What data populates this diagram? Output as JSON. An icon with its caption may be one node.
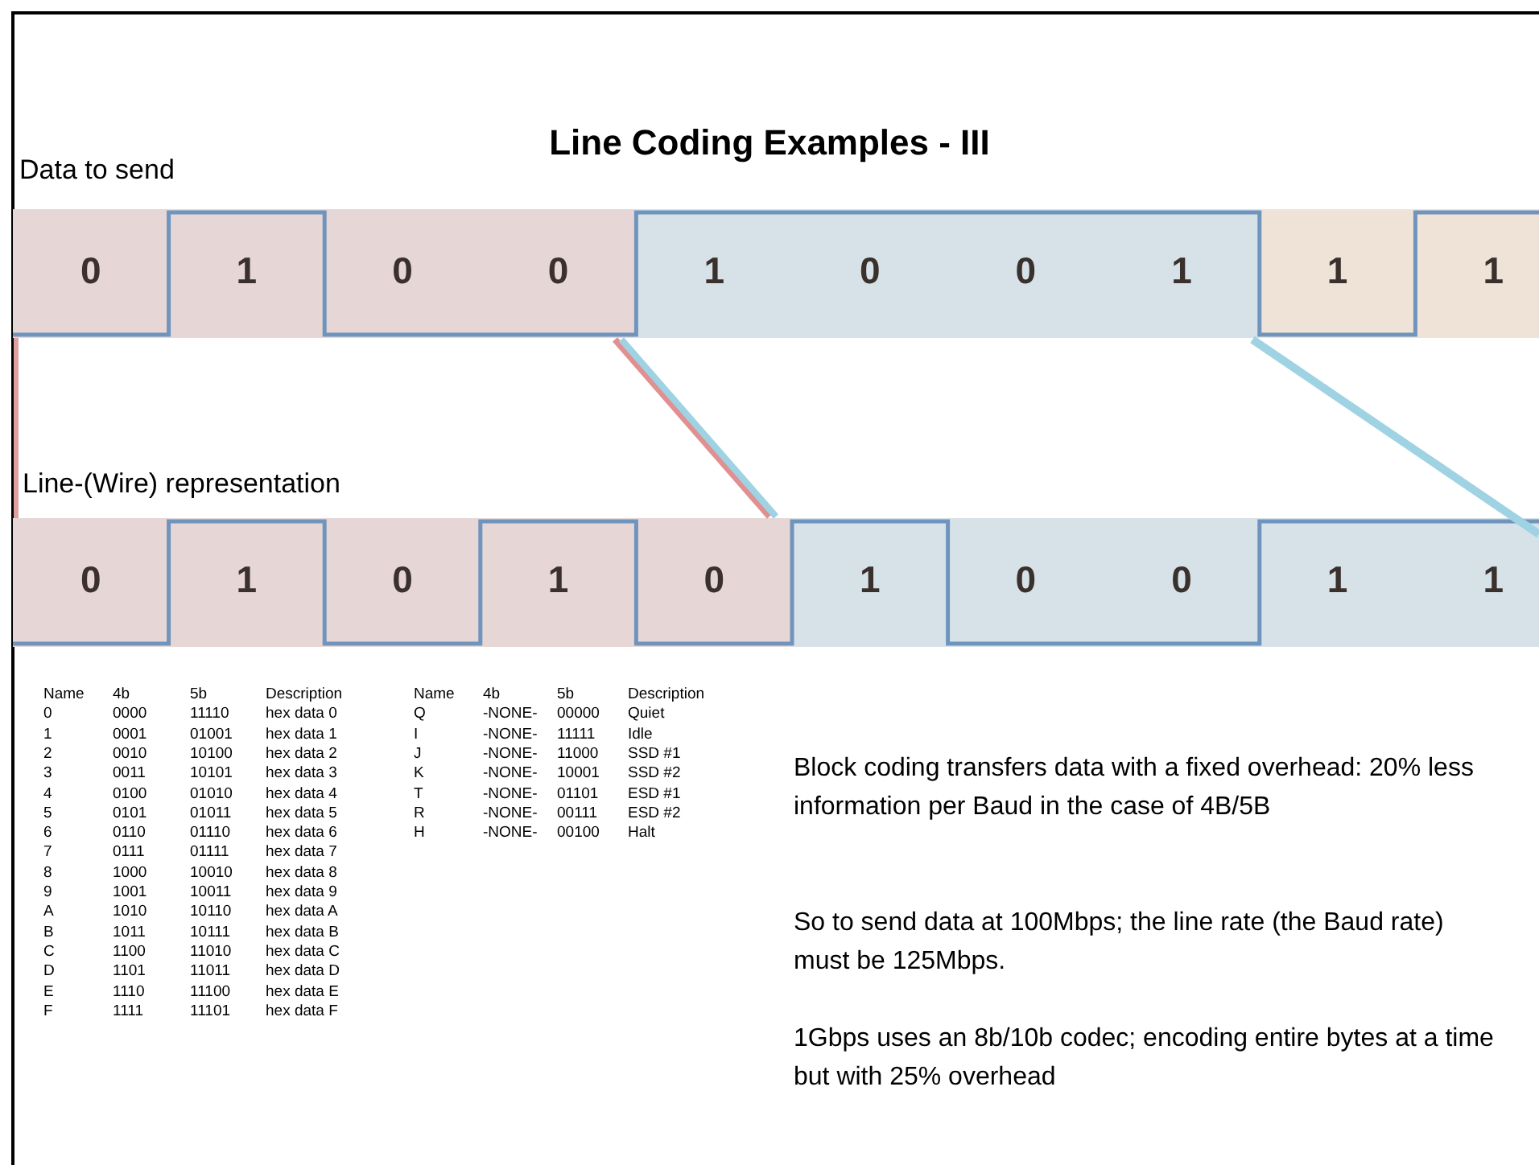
{
  "diagram": {
    "title": "Line Coding Examples - III",
    "labels": [
      "Data to send",
      "0",
      "1",
      "0",
      "0",
      "1",
      "0",
      "0",
      "1",
      "1",
      "1",
      "Line-(Wire) representation",
      "0",
      "1",
      "0",
      "1",
      "0",
      "1",
      "0",
      "0",
      "1",
      "1",
      "Name",
      "4b",
      "5b",
      "Description",
      "0",
      "0000",
      "11110",
      "hex data 0",
      "1",
      "0001",
      "01001",
      "hex data 1",
      "2",
      "0010",
      "10100",
      "hex data 2",
      "3",
      "0011",
      "10101",
      "hex data 3",
      "4",
      "0100",
      "01010",
      "hex data 4",
      "5",
      "0101",
      "01011",
      "hex data 5",
      "6",
      "0110",
      "01110",
      "hex data 6",
      "7",
      "0111",
      "01111",
      "hex data 7",
      "8",
      "1000",
      "10010",
      "hex data 8",
      "9",
      "1001",
      "10011",
      "hex data 9",
      "A",
      "1010",
      "10110",
      "hex data A",
      "B",
      "1011",
      "10111",
      "hex data B",
      "C",
      "1100",
      "11010",
      "hex data C",
      "D",
      "1101",
      "11011",
      "hex data D",
      "E",
      "1110",
      "11100",
      "hex data E",
      "F",
      "1111",
      "11101",
      "hex data F",
      "Name",
      "4b",
      "5b",
      "Description",
      "Q",
      "-NONE-",
      "00000",
      "Quiet",
      "I",
      "-NONE-",
      "11111",
      "Idle",
      "J",
      "-NONE-",
      "11000",
      "SSD #1",
      "K",
      "-NONE-",
      "10001",
      "SSD #2",
      "T",
      "-NONE-",
      "01101",
      "ESD #1",
      "R",
      "-NONE-",
      "00111",
      "ESD #2",
      "H",
      "-NONE-",
      "00100",
      "Halt",
      "Block coding transfers data with a fixed overhead: 20% less information per Baud in the case of 4B/5B",
      "So to send data at 100Mbps; the line rate (the Baud rate) must be 125Mbps.",
      "1Gbps uses an 8b/10b codec; encoding entire bytes at a time but with 25% overhead"
    ]
  }
}
